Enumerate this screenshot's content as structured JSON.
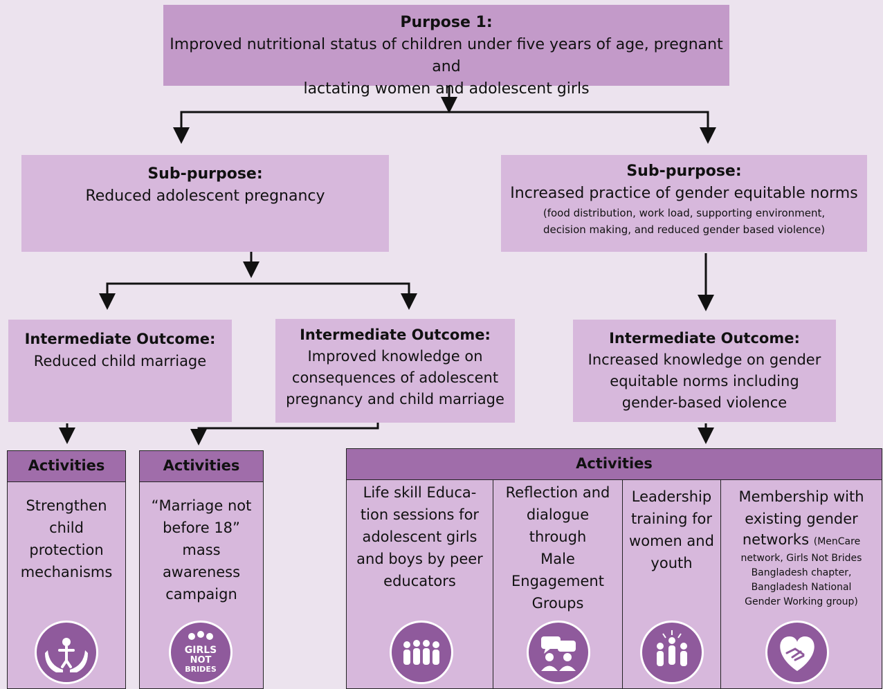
{
  "purpose": {
    "title": "Purpose 1:",
    "line1": "Improved nutritional status of children under five years of age, pregnant and",
    "line2": "lactating women and adolescent girls"
  },
  "sub_left": {
    "title": "Sub-purpose:",
    "text": "Reduced adolescent pregnancy"
  },
  "sub_right": {
    "title": "Sub-purpose:",
    "text": "Increased practice of gender equitable norms",
    "note1": "(food distribution, work load, supporting environment,",
    "note2": "decision making, and reduced gender based violence)"
  },
  "io1": {
    "title": "Intermediate Outcome:",
    "text": "Reduced child marriage"
  },
  "io2": {
    "title": "Intermediate Outcome:",
    "lines": [
      "Improved knowledge on",
      "consequences of adolescent",
      "pregnancy and child marriage"
    ]
  },
  "io3": {
    "title": "Intermediate Outcome:",
    "lines": [
      "Increased knowledge on gender",
      "equitable norms including",
      "gender-based violence"
    ]
  },
  "activities": {
    "label": "Activities",
    "a1": {
      "lines": [
        "Strengthen",
        "child",
        "protection",
        "mechanisms"
      ],
      "icon": "hands-child-icon"
    },
    "a2": {
      "lines": [
        "“Marriage not",
        "before 18”",
        "mass awareness",
        "campaign"
      ],
      "icon": "girls-not-brides-logo",
      "logo_text": [
        "GIRLS",
        "NOT",
        "BRIDES"
      ]
    },
    "a3": {
      "lines": [
        "Life skill  Educa-",
        "tion sessions for",
        "adolescent girls",
        "and boys by peer",
        "educators"
      ],
      "icon": "group-people-icon"
    },
    "a4": {
      "lines": [
        "Reflection and",
        "dialogue through",
        "Male Engagement",
        "Groups"
      ],
      "icon": "dialogue-icon"
    },
    "a5": {
      "lines": [
        "Leadership",
        "training for",
        "women and",
        "youth"
      ],
      "icon": "leadership-icon"
    },
    "a6": {
      "lines": [
        "Membership with",
        "existing gender"
      ],
      "line3": "networks",
      "small": [
        "(MenCare",
        "network, Girls Not Brides",
        "Bangladesh chapter,",
        "Bangladesh National",
        "Gender Working group)"
      ],
      "icon": "heart-handshake-icon"
    }
  },
  "colors": {
    "dark_box": "#c39ac9",
    "light_box": "#d7b8dc",
    "header": "#a06daa",
    "icon": "#8f5a9c",
    "background": "#ece3ee"
  }
}
